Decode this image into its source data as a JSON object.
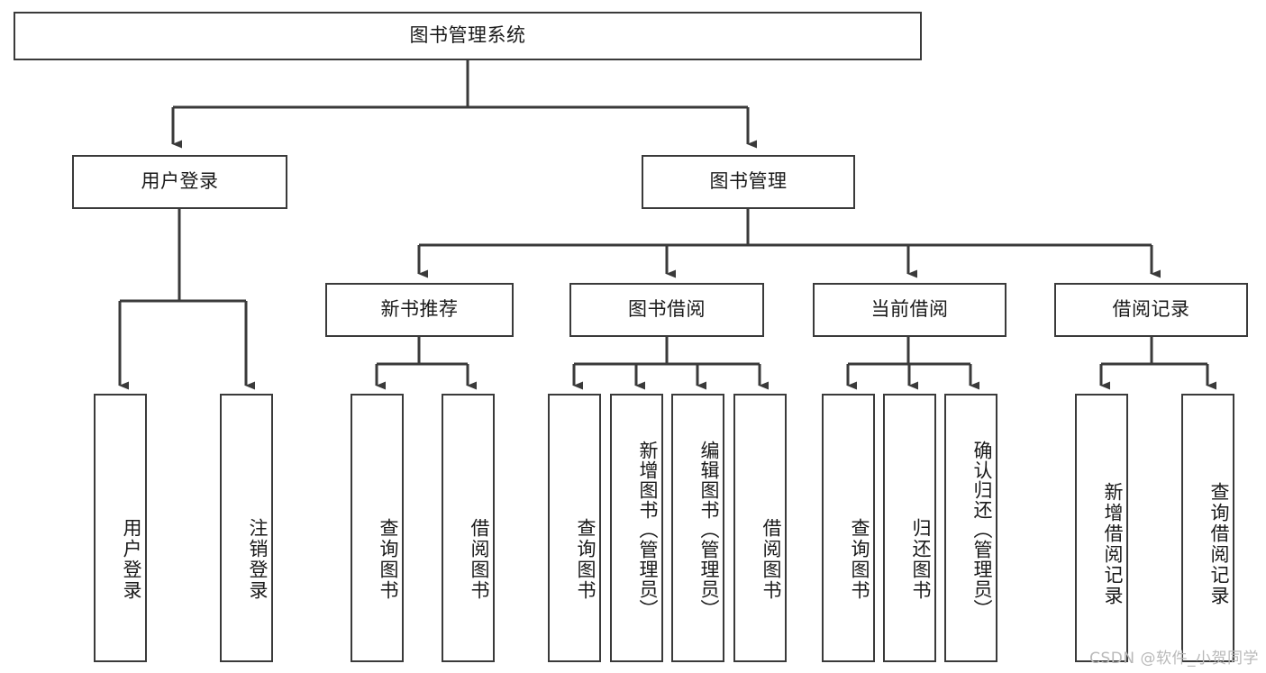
{
  "diagram": {
    "title": "图书管理系统",
    "type": "tree-hierarchy",
    "root": {
      "id": "root",
      "label": "图书管理系统"
    },
    "level2": [
      {
        "id": "user-login",
        "label": "用户登录"
      },
      {
        "id": "book-management",
        "label": "图书管理"
      }
    ],
    "level3": [
      {
        "id": "new-book-recommend",
        "label": "新书推荐",
        "parent": "book-management"
      },
      {
        "id": "book-borrow",
        "label": "图书借阅",
        "parent": "book-management"
      },
      {
        "id": "current-borrow",
        "label": "当前借阅",
        "parent": "book-management"
      },
      {
        "id": "borrow-record",
        "label": "借阅记录",
        "parent": "book-management"
      }
    ],
    "leaves": [
      {
        "id": "leaf-user-login",
        "label": "用户登录",
        "parent": "user-login"
      },
      {
        "id": "leaf-logout-login",
        "label": "注销登录",
        "parent": "user-login"
      },
      {
        "id": "leaf-query-book-1",
        "label": "查询图书",
        "parent": "new-book-recommend"
      },
      {
        "id": "leaf-borrow-book-1",
        "label": "借阅图书",
        "parent": "new-book-recommend"
      },
      {
        "id": "leaf-query-book-2",
        "label": "查询图书",
        "parent": "book-borrow"
      },
      {
        "id": "leaf-add-book",
        "label": "新增图书（管理员）",
        "parent": "book-borrow"
      },
      {
        "id": "leaf-edit-book",
        "label": "编辑图书（管理员）",
        "parent": "book-borrow"
      },
      {
        "id": "leaf-borrow-book-2",
        "label": "借阅图书",
        "parent": "book-borrow"
      },
      {
        "id": "leaf-query-book-3",
        "label": "查询图书",
        "parent": "current-borrow"
      },
      {
        "id": "leaf-return-book",
        "label": "归还图书",
        "parent": "current-borrow"
      },
      {
        "id": "leaf-confirm-return",
        "label": "确认归还（管理员）",
        "parent": "current-borrow"
      },
      {
        "id": "leaf-add-record",
        "label": "新增借阅记录",
        "parent": "borrow-record"
      },
      {
        "id": "leaf-query-record",
        "label": "查询借阅记录",
        "parent": "borrow-record"
      }
    ],
    "colors": {
      "box_border": "#3a3a3a",
      "box_fill": "#ffffff",
      "connector": "#3a3a3a",
      "text": "#1a1a1a",
      "watermark": "#b9b9b9"
    }
  },
  "watermark": {
    "text": "CSDN @软件_小贺同学"
  }
}
